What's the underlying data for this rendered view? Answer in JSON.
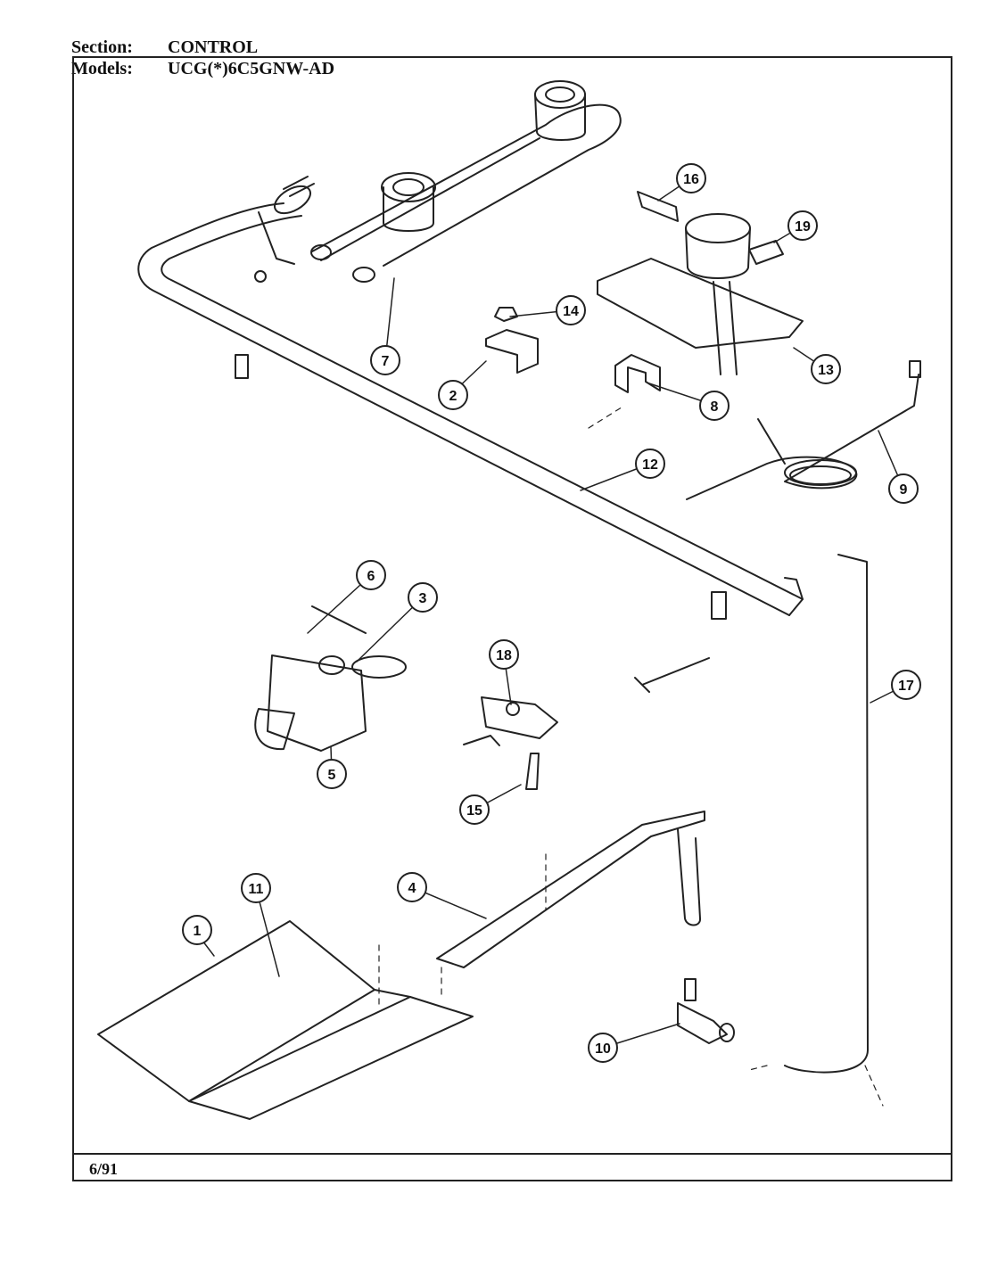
{
  "header": {
    "section_label": "Section:",
    "section_value": "CONTROL",
    "models_label": "Models:",
    "models_value": "UCG(*)6C5GNW-AD"
  },
  "footer": {
    "date": "6/91"
  },
  "callouts": [
    "1",
    "2",
    "3",
    "4",
    "5",
    "6",
    "7",
    "8",
    "9",
    "10",
    "11",
    "12",
    "13",
    "14",
    "15",
    "16",
    "17",
    "18",
    "19"
  ]
}
